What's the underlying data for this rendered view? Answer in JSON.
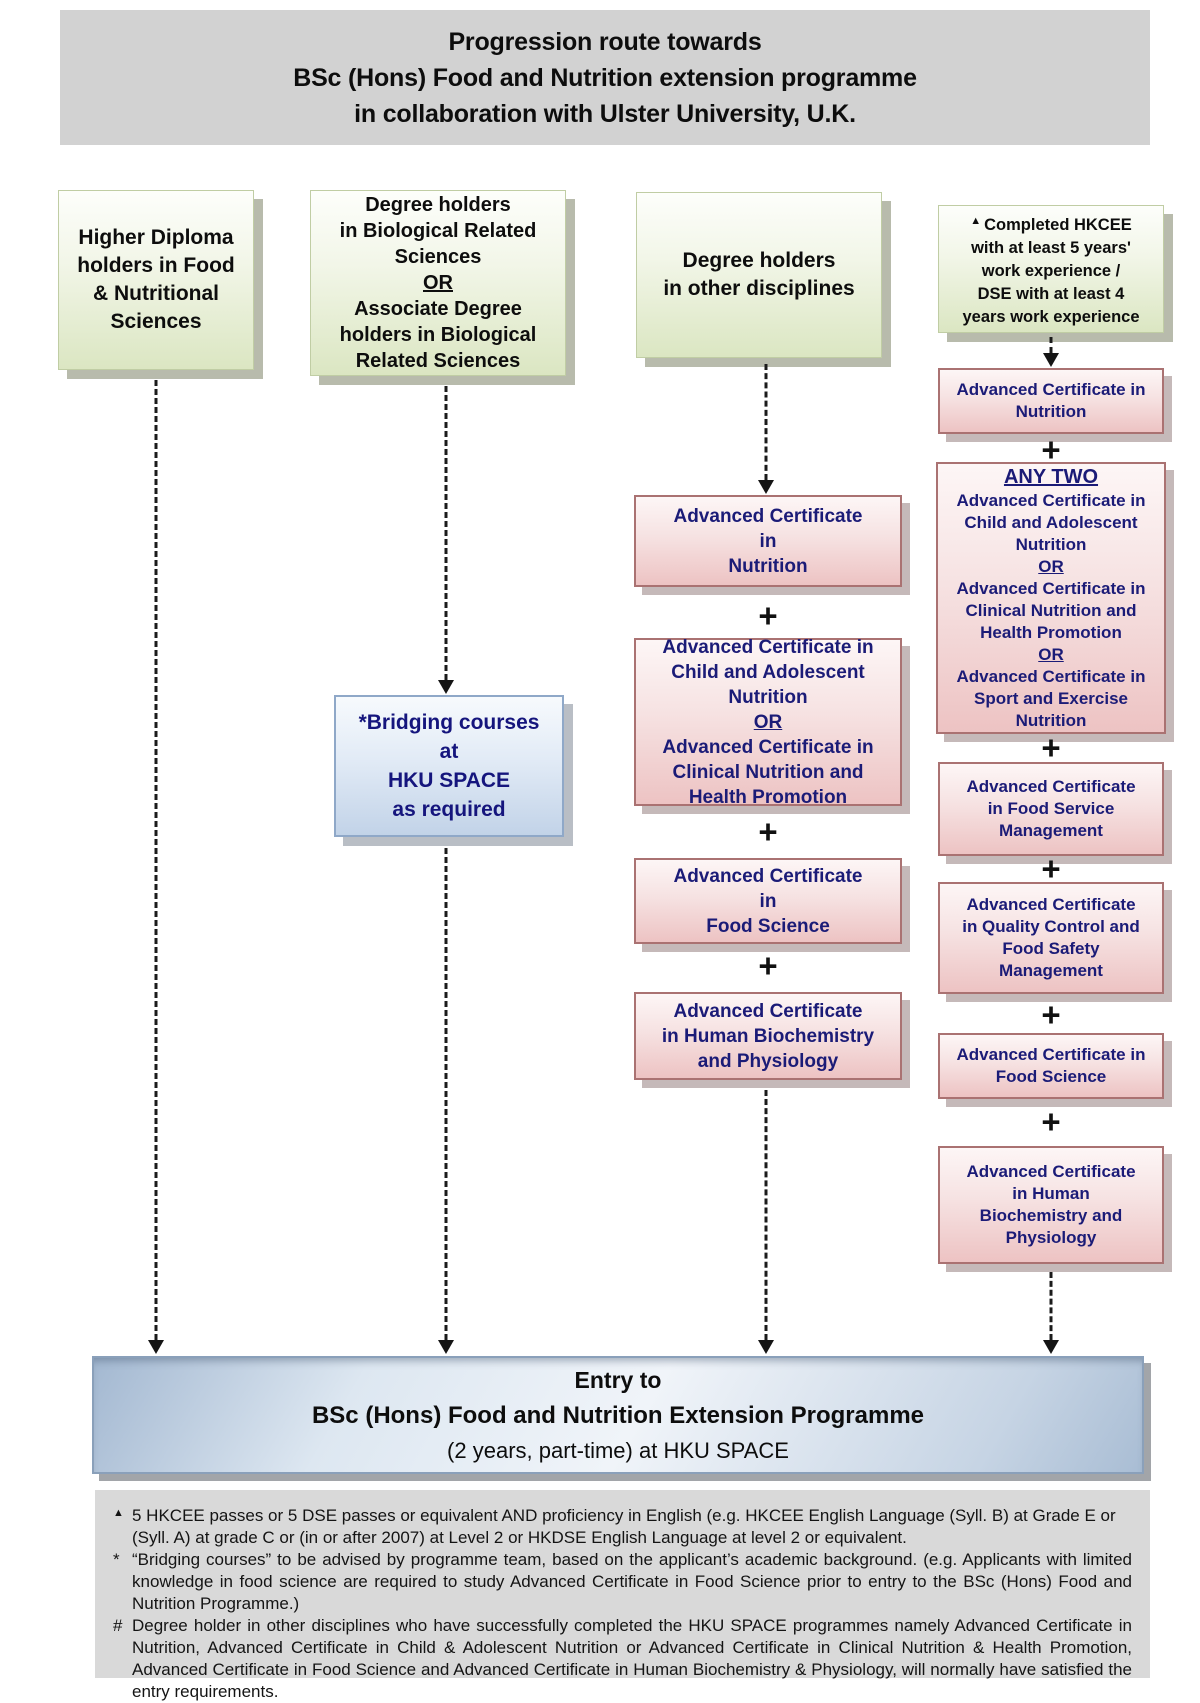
{
  "title": {
    "lines": [
      "Progression route towards",
      "BSc (Hons) Food and Nutrition extension programme",
      "in collaboration with Ulster University, U.K."
    ]
  },
  "flow": {
    "col1": {
      "source": {
        "lines": [
          "Higher Diploma",
          "holders in Food",
          "& Nutritional",
          "Sciences"
        ]
      }
    },
    "col2": {
      "source": {
        "lines": [
          "Degree holders",
          "in Biological Related",
          "Sciences",
          "OR",
          "Associate Degree",
          "holders in Biological",
          "Related Sciences"
        ]
      },
      "bridging": {
        "lines": [
          "*Bridging courses",
          "at",
          "HKU SPACE",
          "as required"
        ]
      }
    },
    "col3": {
      "source": {
        "lines": [
          "Degree holders",
          "in other disciplines"
        ]
      },
      "cert_nutrition": {
        "lines": [
          "Advanced Certificate",
          "in",
          "Nutrition"
        ]
      },
      "cert_child_or_clinical": {
        "lines": [
          "Advanced Certificate in",
          "Child and Adolescent",
          "Nutrition",
          "OR",
          "Advanced Certificate in",
          "Clinical Nutrition and",
          "Health Promotion"
        ]
      },
      "cert_food_science": {
        "lines": [
          "Advanced Certificate",
          "in",
          "Food Science"
        ]
      },
      "cert_biochem": {
        "lines": [
          "Advanced Certificate",
          "in Human Biochemistry",
          "and Physiology"
        ]
      }
    },
    "col4": {
      "source": {
        "marker": "▲",
        "lines": [
          "Completed HKCEE",
          "with at least 5 years'",
          "work experience /",
          "DSE with at least 4",
          "years work experience"
        ]
      },
      "cert_nutrition": {
        "lines": [
          "Advanced Certificate in",
          "Nutrition"
        ]
      },
      "any_two": {
        "lines": [
          "ANY TWO",
          "Advanced Certificate in",
          "Child and Adolescent",
          "Nutrition",
          "OR",
          "Advanced Certificate in",
          "Clinical Nutrition and",
          "Health Promotion",
          "OR",
          "Advanced Certificate in",
          "Sport and Exercise",
          "Nutrition"
        ]
      },
      "cert_food_service": {
        "lines": [
          "Advanced Certificate",
          "in Food Service",
          "Management"
        ]
      },
      "cert_quality": {
        "lines": [
          "Advanced Certificate",
          "in Quality Control and",
          "Food Safety",
          "Management"
        ]
      },
      "cert_food_science": {
        "lines": [
          "Advanced Certificate in",
          "Food Science"
        ]
      },
      "cert_biochem": {
        "lines": [
          "Advanced Certificate",
          "in Human",
          "Biochemistry and",
          "Physiology"
        ]
      }
    }
  },
  "plus_sign": "+",
  "entry": {
    "lines": [
      "Entry to",
      "BSc (Hons) Food and Nutrition Extension Programme",
      "(2 years, part-time) at HKU SPACE"
    ]
  },
  "footnotes": [
    {
      "marker": "▲",
      "text": "5 HKCEE passes or 5 DSE passes or equivalent AND proficiency in English (e.g. HKCEE English Language (Syll. B) at Grade E or (Syll. A) at grade C or (in or after 2007) at Level 2 or HKDSE English Language at level 2 or equivalent."
    },
    {
      "marker": "*",
      "text": "“Bridging courses” to be advised by programme team, based on the applicant’s academic background. (e.g. Applicants with limited knowledge in food science are required to study Advanced Certificate in Food Science prior to entry to the BSc (Hons) Food and Nutrition Programme.)"
    },
    {
      "marker": "#",
      "text": "Degree holder in other disciplines who have successfully completed the HKU SPACE programmes namely Advanced Certificate in Nutrition, Advanced Certificate in Child & Adolescent Nutrition or Advanced Certificate in Clinical Nutrition & Health Promotion, Advanced Certificate in Food Science and Advanced Certificate in Human Biochemistry & Physiology, will normally have satisfied the entry requirements."
    }
  ],
  "colors": {
    "banner_gray": "#d2d2d2",
    "box_green": "#dbe6c2",
    "box_pink": "#edc3c3",
    "box_blue": "#c2d3e8",
    "entry_blue": "#a9bdd4",
    "text_navy": "#1b1b77",
    "footnote_gray": "#d9d9d9"
  }
}
